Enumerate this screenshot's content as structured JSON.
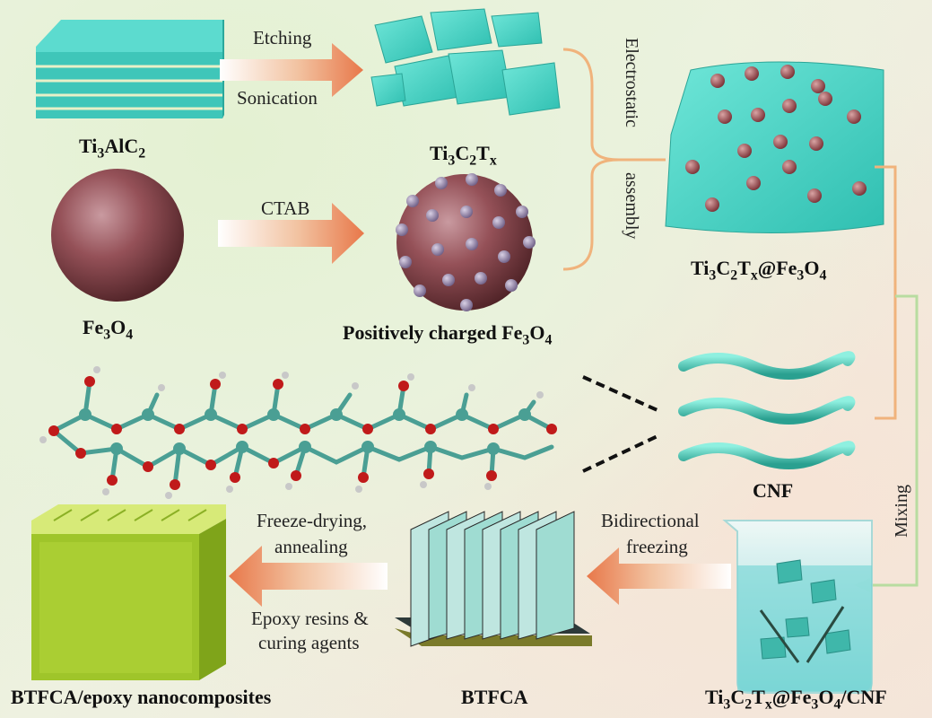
{
  "labels": {
    "ti3alc2": {
      "a": "Ti",
      "s1": "3",
      "b": "AlC",
      "s2": "2"
    },
    "ti3c2tx": {
      "a": "Ti",
      "s1": "3",
      "b": "C",
      "s2": "2",
      "c": "T",
      "s3": "x"
    },
    "fe3o4": {
      "a": "Fe",
      "s1": "3",
      "b": "O",
      "s2": "4"
    },
    "positively_charged": {
      "a": "Positively charged Fe",
      "s1": "3",
      "b": "O",
      "s2": "4"
    },
    "ti3c2tx_fe3o4": {
      "a": "Ti",
      "s1": "3",
      "b": "C",
      "s2": "2",
      "c": "T",
      "s3": "x",
      "d": "@Fe",
      "s4": "3",
      "e": "O",
      "s5": "4"
    },
    "cnf": "CNF",
    "ti3c2tx_fe3o4_cnf": {
      "a": "Ti",
      "s1": "3",
      "b": "C",
      "s2": "2",
      "c": "T",
      "s3": "x",
      "d": "@Fe",
      "s4": "3",
      "e": "O",
      "s5": "4",
      "f": "/CNF"
    },
    "btfca": "BTFCA",
    "btfca_epoxy": "BTFCA/epoxy nanocomposites"
  },
  "processes": {
    "etching": "Etching",
    "sonication": "Sonication",
    "ctab": "CTAB",
    "electrostatic": "Electrostatic",
    "assembly": "assembly",
    "mixing": "Mixing",
    "bidirectional": "Bidirectional",
    "freezing": "freezing",
    "freeze_drying": "Freeze-drying,",
    "annealing": "annealing",
    "epoxy_resins": "Epoxy resins &",
    "curing_agents": "curing  agents"
  },
  "colors": {
    "mxene": "#4fd6c8",
    "fe3o4": "#8a4a4e",
    "ctab_dot": "#8f7fa3",
    "arrow_orange": "#e9895a",
    "connector_green": "#b8dca0",
    "connector_orange": "#f0b37c",
    "composite": "#b5d43a"
  }
}
